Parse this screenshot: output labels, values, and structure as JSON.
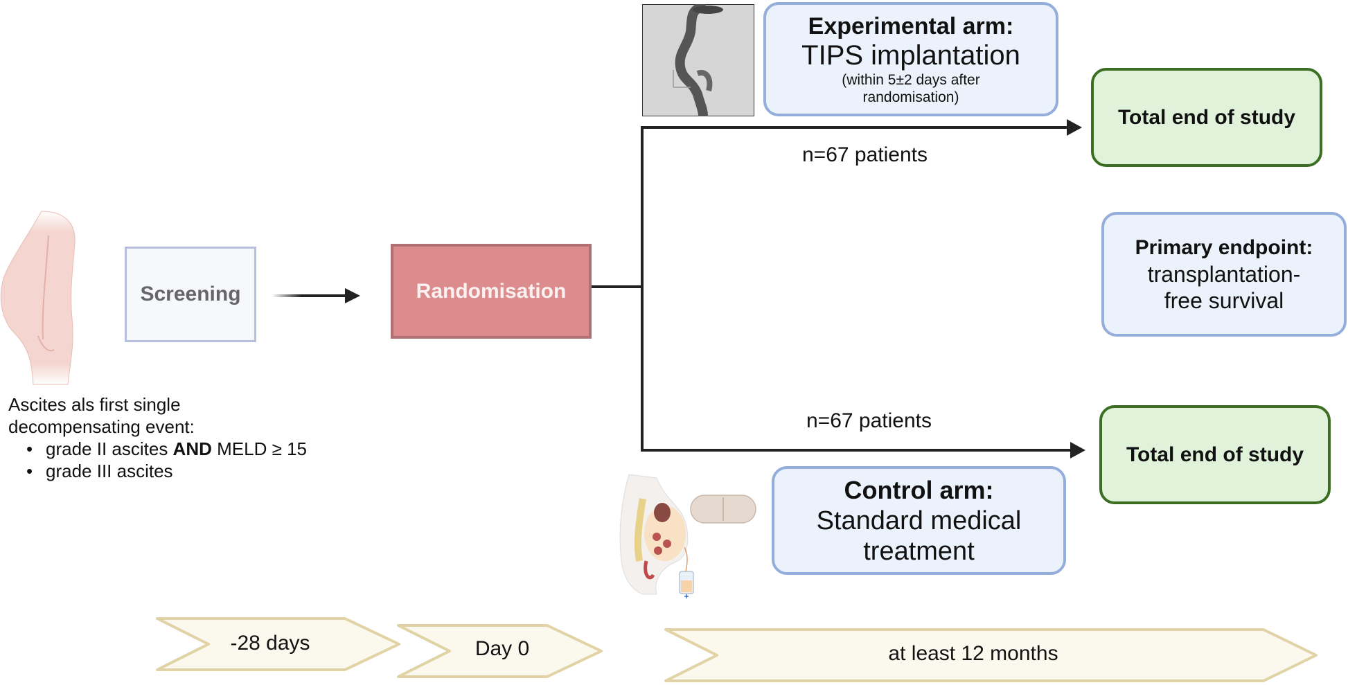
{
  "patient": {
    "criteria_intro": "Ascites als first single decompensating event:",
    "criteria_line1": "Ascites als first single",
    "criteria_line2": "decompensating event:",
    "bullets": [
      {
        "pre": "grade II ascites ",
        "bold": "AND",
        "post": " MELD ≥  15"
      },
      {
        "pre": "grade III ascites",
        "bold": "",
        "post": ""
      }
    ]
  },
  "screening": {
    "label": "Screening"
  },
  "randomisation": {
    "label": "Randomisation"
  },
  "experimental": {
    "title": "Experimental arm:",
    "subtitle": "TIPS implantation",
    "note_line1": "(within 5±2 days after",
    "note_line2": "randomisation)",
    "n": "n=67 patients",
    "end": "Total end of study"
  },
  "control": {
    "title": "Control arm:",
    "line1": "Standard medical",
    "line2": "treatment",
    "n": "n=67 patients",
    "end": "Total end of study"
  },
  "endpoint": {
    "title": "Primary endpoint:",
    "line1": "transplantation-",
    "line2": "free survival"
  },
  "timeline": [
    {
      "label": "-28 days"
    },
    {
      "label": "Day 0"
    },
    {
      "label": "at least 12 months"
    }
  ],
  "colors": {
    "arm_fill": "#ebf2fb",
    "arm_border": "#93aedb",
    "end_fill": "#e0f3da",
    "end_border": "#3b6e22",
    "rand_fill": "#dc8c8c",
    "timeline_fill": "#fbf9ee",
    "timeline_border": "#e1d3a6"
  }
}
